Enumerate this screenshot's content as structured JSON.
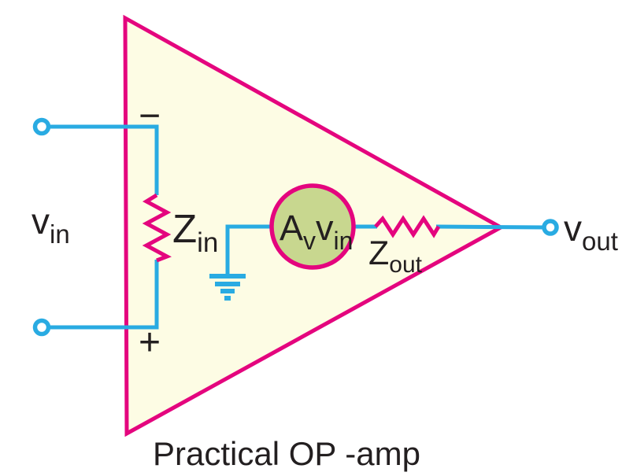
{
  "caption": "Practical OP -amp",
  "colors": {
    "outline": "#E4057E",
    "wire": "#29ABE2",
    "body_fill": "#FDFCE4",
    "source_fill": "#C8D78F",
    "text": "#231F20",
    "terminal_fill": "#FFFFFF"
  },
  "labels": {
    "input_voltage": {
      "main": "v",
      "sub": "in"
    },
    "input_impedance": {
      "main": "Z",
      "sub": "in"
    },
    "dependent_source": {
      "gain_main": "A",
      "gain_sub": "v",
      "volt_main": "v",
      "volt_sub": "in"
    },
    "output_impedance": {
      "main": "Z",
      "sub": "out"
    },
    "output_voltage": {
      "main": "v",
      "sub": "out"
    },
    "inverting_sign": "−",
    "noninverting_sign": "+"
  }
}
